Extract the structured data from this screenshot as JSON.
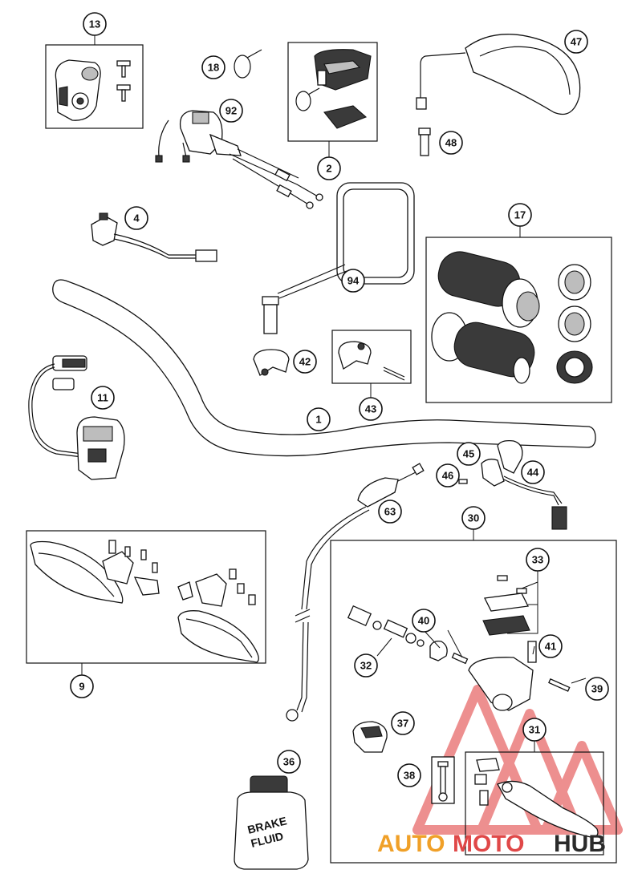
{
  "callouts": [
    {
      "id": "c13",
      "label": "13"
    },
    {
      "id": "c18",
      "label": "18"
    },
    {
      "id": "c92",
      "label": "92"
    },
    {
      "id": "c2",
      "label": "2"
    },
    {
      "id": "c47",
      "label": "47"
    },
    {
      "id": "c48",
      "label": "48"
    },
    {
      "id": "c4",
      "label": "4"
    },
    {
      "id": "c94",
      "label": "94"
    },
    {
      "id": "c17",
      "label": "17"
    },
    {
      "id": "c42",
      "label": "42"
    },
    {
      "id": "c43",
      "label": "43"
    },
    {
      "id": "c11",
      "label": "11"
    },
    {
      "id": "c1",
      "label": "1"
    },
    {
      "id": "c45",
      "label": "45"
    },
    {
      "id": "c46",
      "label": "46"
    },
    {
      "id": "c44",
      "label": "44"
    },
    {
      "id": "c63",
      "label": "63"
    },
    {
      "id": "c30",
      "label": "30"
    },
    {
      "id": "c33",
      "label": "33"
    },
    {
      "id": "c40",
      "label": "40"
    },
    {
      "id": "c41",
      "label": "41"
    },
    {
      "id": "c32",
      "label": "32"
    },
    {
      "id": "c39",
      "label": "39"
    },
    {
      "id": "c9",
      "label": "9"
    },
    {
      "id": "c37",
      "label": "37"
    },
    {
      "id": "c31",
      "label": "31"
    },
    {
      "id": "c36",
      "label": "36"
    },
    {
      "id": "c38",
      "label": "38"
    }
  ],
  "brake_fluid_label": [
    "BRAKE",
    "FLUID"
  ],
  "watermark": {
    "part1": "AUTO",
    "part2": "MOTO",
    "part3": "HUB",
    "color_accent": "#f0a028",
    "color_red": "#e04848",
    "color_dark": "#2a2a2a"
  }
}
